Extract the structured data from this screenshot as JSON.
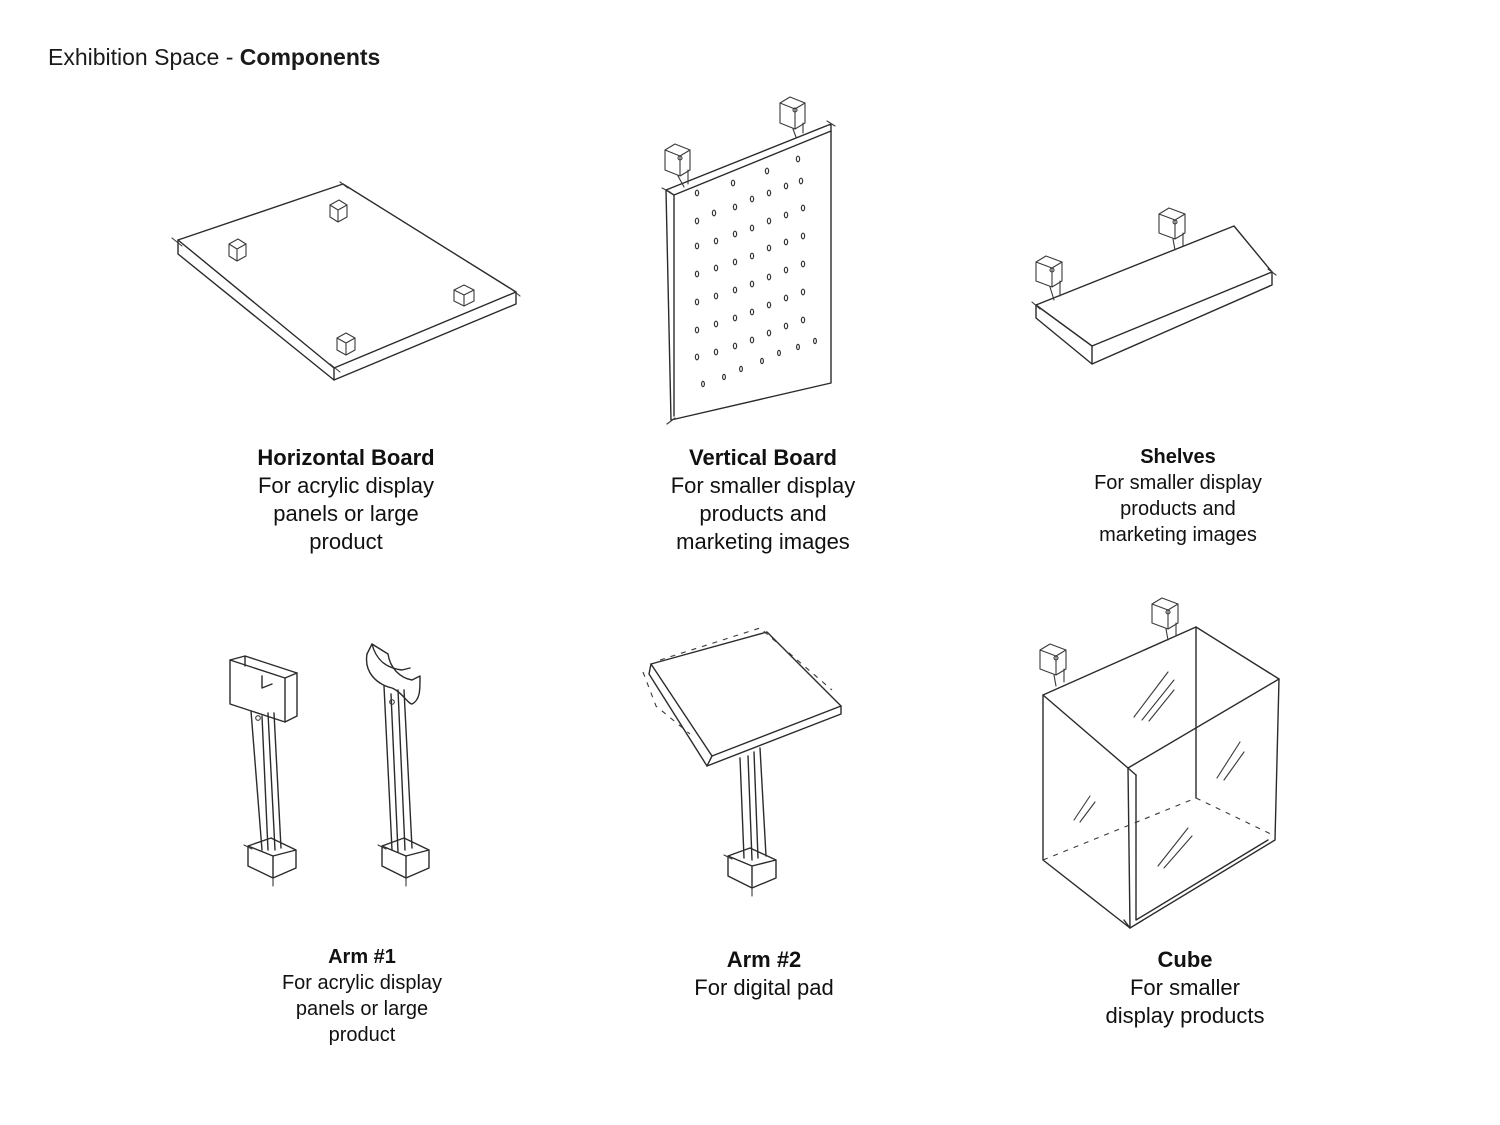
{
  "title": {
    "prefix": "Exhibition Space - ",
    "emphasis": "Components"
  },
  "components": [
    {
      "name": "Horizontal Board",
      "desc1": "For acrylic display",
      "desc2": "panels or large",
      "desc3": "product"
    },
    {
      "name": "Vertical Board",
      "desc1": "For smaller display",
      "desc2": "products and",
      "desc3": "marketing images"
    },
    {
      "name": "Shelves",
      "desc1": "For smaller display",
      "desc2": "products and",
      "desc3": "marketing images"
    },
    {
      "name": "Arm #1",
      "desc1": "For acrylic display",
      "desc2": "panels or large",
      "desc3": "product"
    },
    {
      "name": "Arm #2",
      "desc1": "For digital pad"
    },
    {
      "name": "Cube",
      "desc1": "For smaller",
      "desc2": "display products"
    }
  ]
}
